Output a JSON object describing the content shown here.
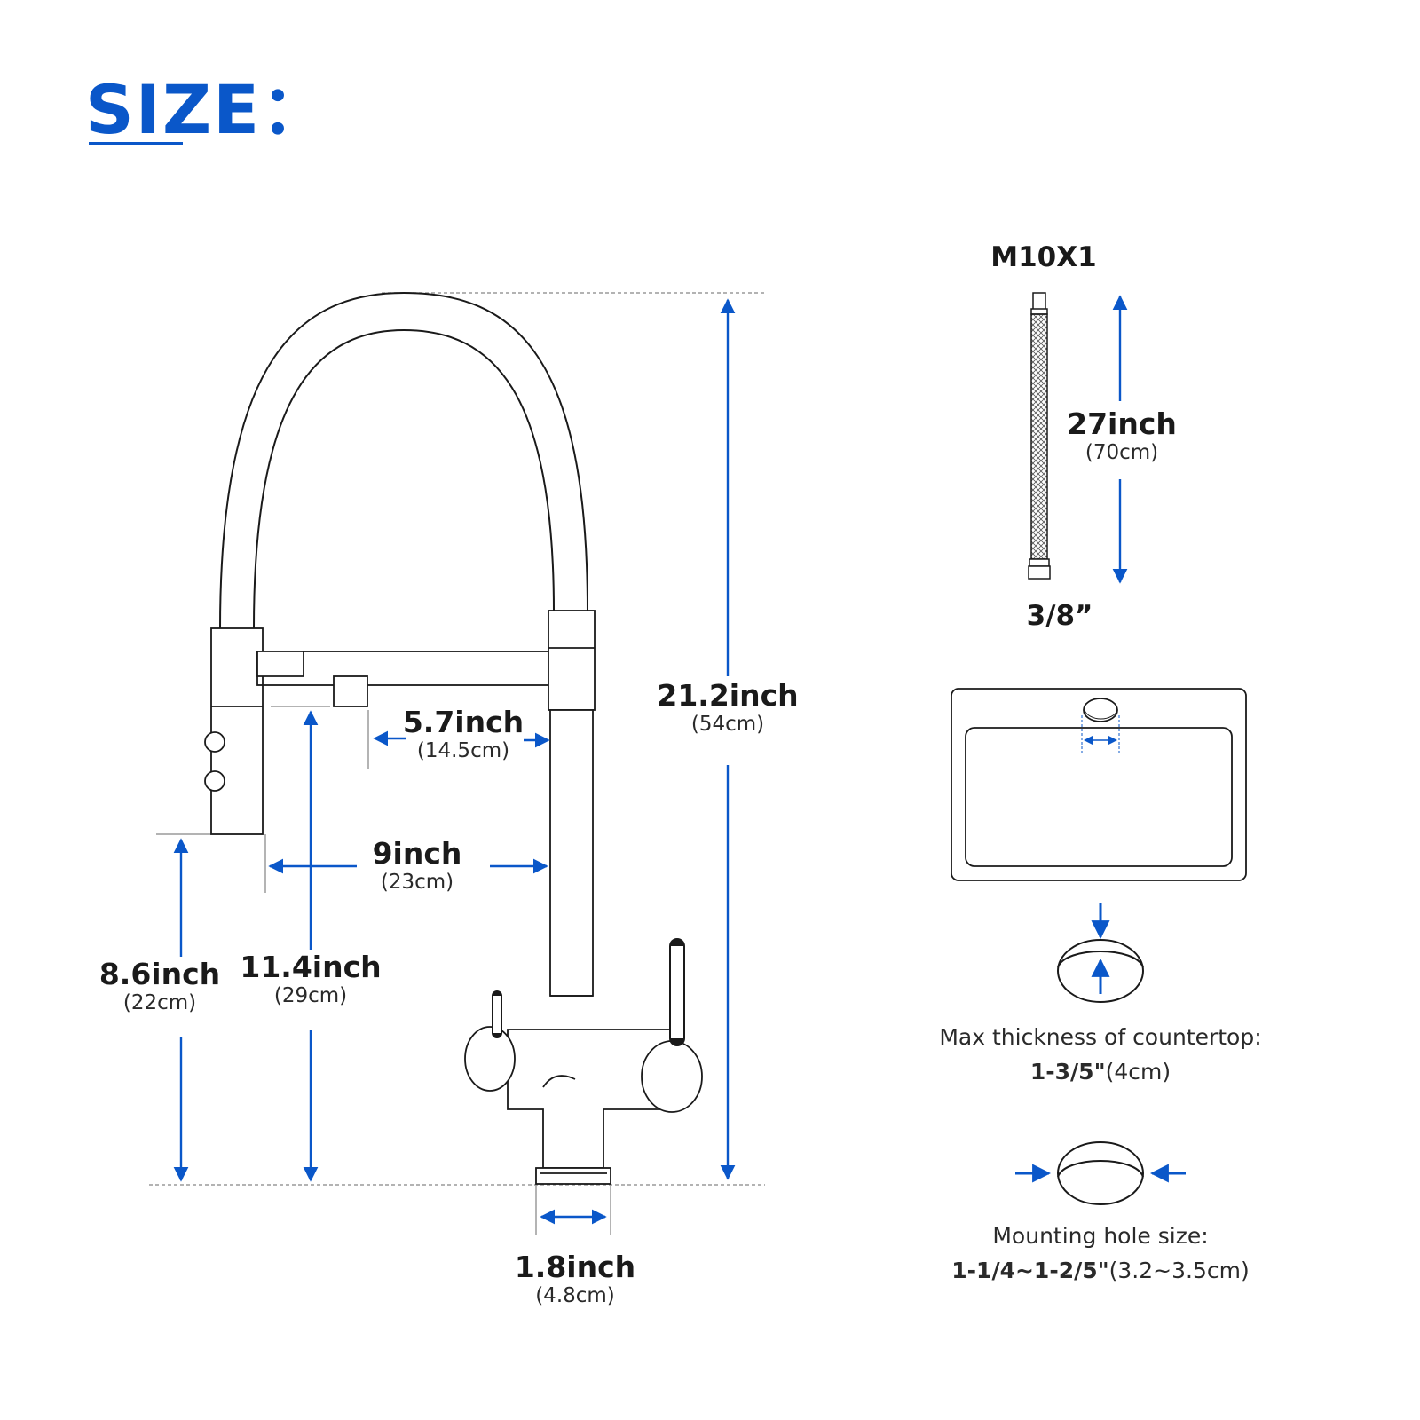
{
  "title": "SIZE：",
  "colors": {
    "accent": "#0a57c9",
    "line": "#1a1a1a",
    "dash": "#9a9a9a"
  },
  "dimensions": {
    "height_total": {
      "value": "21.2inch",
      "metric": "(54cm)"
    },
    "spout_reach_short": {
      "value": "5.7inch",
      "metric": "(14.5cm)"
    },
    "spout_reach_long": {
      "value": "9inch",
      "metric": "(23cm)"
    },
    "sprayer_height": {
      "value": "8.6inch",
      "metric": "(22cm)"
    },
    "spout_height": {
      "value": "11.4inch",
      "metric": "(29cm)"
    },
    "base_diameter": {
      "value": "1.8inch",
      "metric": "(4.8cm)"
    },
    "hose_length": {
      "value": "27inch",
      "metric": "(70cm)"
    }
  },
  "hose": {
    "top_thread": "M10X1",
    "bottom_thread": "3/8”"
  },
  "countertop": {
    "label": "Max thickness of countertop:",
    "value_bold": "1-3/5\"",
    "value_metric": "(4cm)"
  },
  "mounting_hole": {
    "label": "Mounting hole size:",
    "value_bold": "1-1/4~1-2/5\"",
    "value_metric": "(3.2~3.5cm)"
  }
}
